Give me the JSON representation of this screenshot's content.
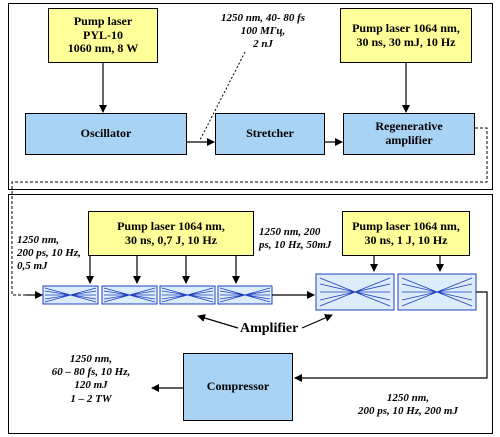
{
  "top_section": {
    "pump_laser_1": [
      "Pump laser",
      "PYL-10",
      "1060 nm, 8 W"
    ],
    "pump_laser_2": [
      "Pump laser 1064 nm,",
      "30 ns, 30 mJ, 10 Hz"
    ],
    "oscillator": "Oscillator",
    "stretcher": "Stretcher",
    "regenerative_amplifier": [
      "Regenerative",
      "amplifier"
    ],
    "stretched_pulse_note": [
      "1250 nm, 40- 80 fs",
      "100 МГц,",
      "2 nJ"
    ]
  },
  "bottom_section": {
    "pump_laser_3": [
      "Pump laser 1064 nm,",
      "30 ns, 0,7 J, 10 Hz"
    ],
    "pump_laser_4": [
      "Pump laser 1064 nm,",
      "30 ns, 1 J, 10 Hz"
    ],
    "input_note": [
      "1250 nm,",
      "200 ps, 10 Hz,",
      "0,5 mJ"
    ],
    "mid_note": [
      "1250 nm, 200",
      "ps, 10 Hz, 50mJ"
    ],
    "amplifier_label": "Amplifier",
    "compressor": "Compressor",
    "output_note": [
      "1250 nm,",
      "60 – 80 fs, 10 Hz,",
      "120 mJ",
      "1 – 2 TW"
    ],
    "after_amp_note": [
      "1250 nm,",
      "200 ps, 10 Hz, 200 mJ"
    ]
  },
  "colors": {
    "pump_fill": "#ffff99",
    "module_fill": "#a9d3f5",
    "amp_stage_fill": "#dcecfb",
    "amp_lines": "#1f3fbf"
  }
}
